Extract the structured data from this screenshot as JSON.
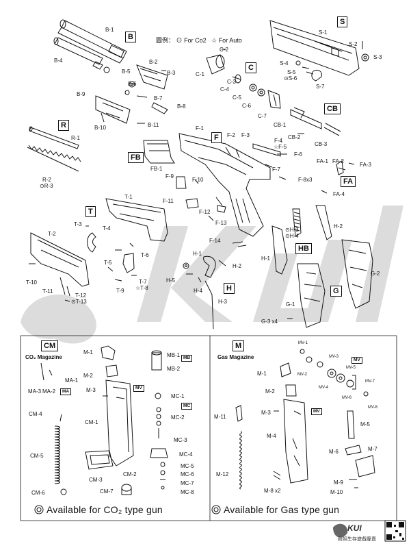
{
  "legend": {
    "prefix": "圖例：",
    "co2_symbol": "⊙",
    "co2_text": "For Co2",
    "auto_symbol": "☆",
    "auto_text": "For Auto"
  },
  "sections": {
    "B": "B",
    "S": "S",
    "C": "C",
    "CB": "CB",
    "R": "R",
    "F": "F",
    "FB": "FB",
    "FA": "FA",
    "T": "T",
    "HB": "HB",
    "H": "H",
    "G": "G",
    "CM": "CM",
    "M": "M",
    "MB": "MB",
    "MV_left": "MV",
    "MC": "MC",
    "MA": "MA",
    "MV_right": "MV",
    "MV_top": "MV"
  },
  "part_labels": {
    "B-1": "B-1",
    "B-2": "B-2",
    "B-3": "B-3",
    "B-4": "B-4",
    "B-5": "B-5",
    "B-6": "B-6",
    "B-7": "B-7",
    "B-8": "B-8",
    "B-9": "B-9",
    "B-10": "B-10",
    "B-11": "B-11",
    "C-1": "C-1",
    "C-2": "C-2",
    "C-3": "C-3",
    "C-4": "C-4",
    "C-5": "C-5",
    "C-6": "C-6",
    "C-7": "C-7",
    "S-1": "S-1",
    "S-2": "S-2",
    "S-3": "S-3",
    "S-4": "S-4",
    "S-5": "S-5",
    "S-6": "⊙S-6",
    "S-7": "S-7",
    "CB-1": "CB-1",
    "CB-2": "CB-2",
    "CB-3": "CB-3",
    "R-1": "R-1",
    "R-2": "R-2",
    "R-3": "⊙R-3",
    "FB-1": "FB-1",
    "F-1": "F-1",
    "F-2": "F-2",
    "F-3": "F-3",
    "F-4": "F-4",
    "F-5": "☆F-5",
    "F-6": "F-6",
    "F-7": "F-7",
    "F-8": "F-8x3",
    "F-9": "F-9",
    "F-10": "F-10",
    "F-11": "F-11",
    "F-12": "F-12",
    "F-13": "F-13",
    "F-14": "F-14",
    "FA-1": "FA-1",
    "FA-2": "FA-2",
    "FA-3": "FA-3",
    "FA-4": "FA-4",
    "T-1": "T-1",
    "T-2": "T-2",
    "T-3": "T-3",
    "T-4": "T-4",
    "T-5": "T-5",
    "T-6": "T-6",
    "T-7": "T-7",
    "T-8": "☆T-8",
    "T-9": "T-9",
    "T-10": "T-10",
    "T-11": "T-11",
    "T-12": "T-12",
    "T-13": "⊙T-13",
    "H-1": "H-1",
    "H-2": "H-2",
    "H-3a": "H-3",
    "H-3b": "⊙H-3",
    "H-4a": "⊙H-4",
    "H-4b": "H-4",
    "H-5": "H-5",
    "G-1": "G-1",
    "G-2": "G-2",
    "G-3": "G-3 x4"
  },
  "co2_panel": {
    "title": "CO₂ Magazine",
    "labels": {
      "M-1": "M-1",
      "M-2": "M-2",
      "M-3": "M-3",
      "MA-1": "MA-1",
      "MA-2": "MA-2",
      "MA-3": "MA-3",
      "CM-1": "CM-1",
      "CM-2": "CM-2",
      "CM-3": "CM-3",
      "CM-4": "CM-4",
      "CM-5": "CM-5",
      "CM-6": "CM-6",
      "CM-7": "CM-7",
      "MB-1": "MB-1",
      "MB-2": "MB-2",
      "MC-1": "MC-1",
      "MC-2": "MC-2",
      "MC-3": "MC-3",
      "MC-4": "MC-4",
      "MC-5": "MC-5",
      "MC-6": "MC-6",
      "MC-7": "MC-7",
      "MC-8": "MC-8"
    },
    "available": "Available for CO₂ type gun"
  },
  "gas_panel": {
    "title": "Gas Magazine",
    "labels": {
      "M-1": "M-1",
      "M-2": "M-2",
      "M-3": "M-3",
      "M-4": "M-4",
      "M-5": "M-5",
      "M-6": "M-6",
      "M-7": "M-7",
      "M-8": "M-8 x2",
      "M-9": "M-9",
      "M-10": "M-10",
      "M-11": "M-11",
      "M-12": "M-12",
      "MV-1": "MV-1",
      "MV-2": "MV-2",
      "MV-3": "MV-3",
      "MV-4": "MV-4",
      "MV-5": "MV-5",
      "MV-6": "MV-6",
      "MV-7": "MV-7",
      "MV-8": "MV-8"
    },
    "available": "Available for Gas type gun"
  },
  "footer": {
    "brand": "KUI",
    "tagline": "耐妲生存遊戲專賣"
  },
  "watermark": "KUI",
  "colors": {
    "line": "#111111",
    "watermark": "#d9d9d9",
    "bg": "#ffffff"
  }
}
